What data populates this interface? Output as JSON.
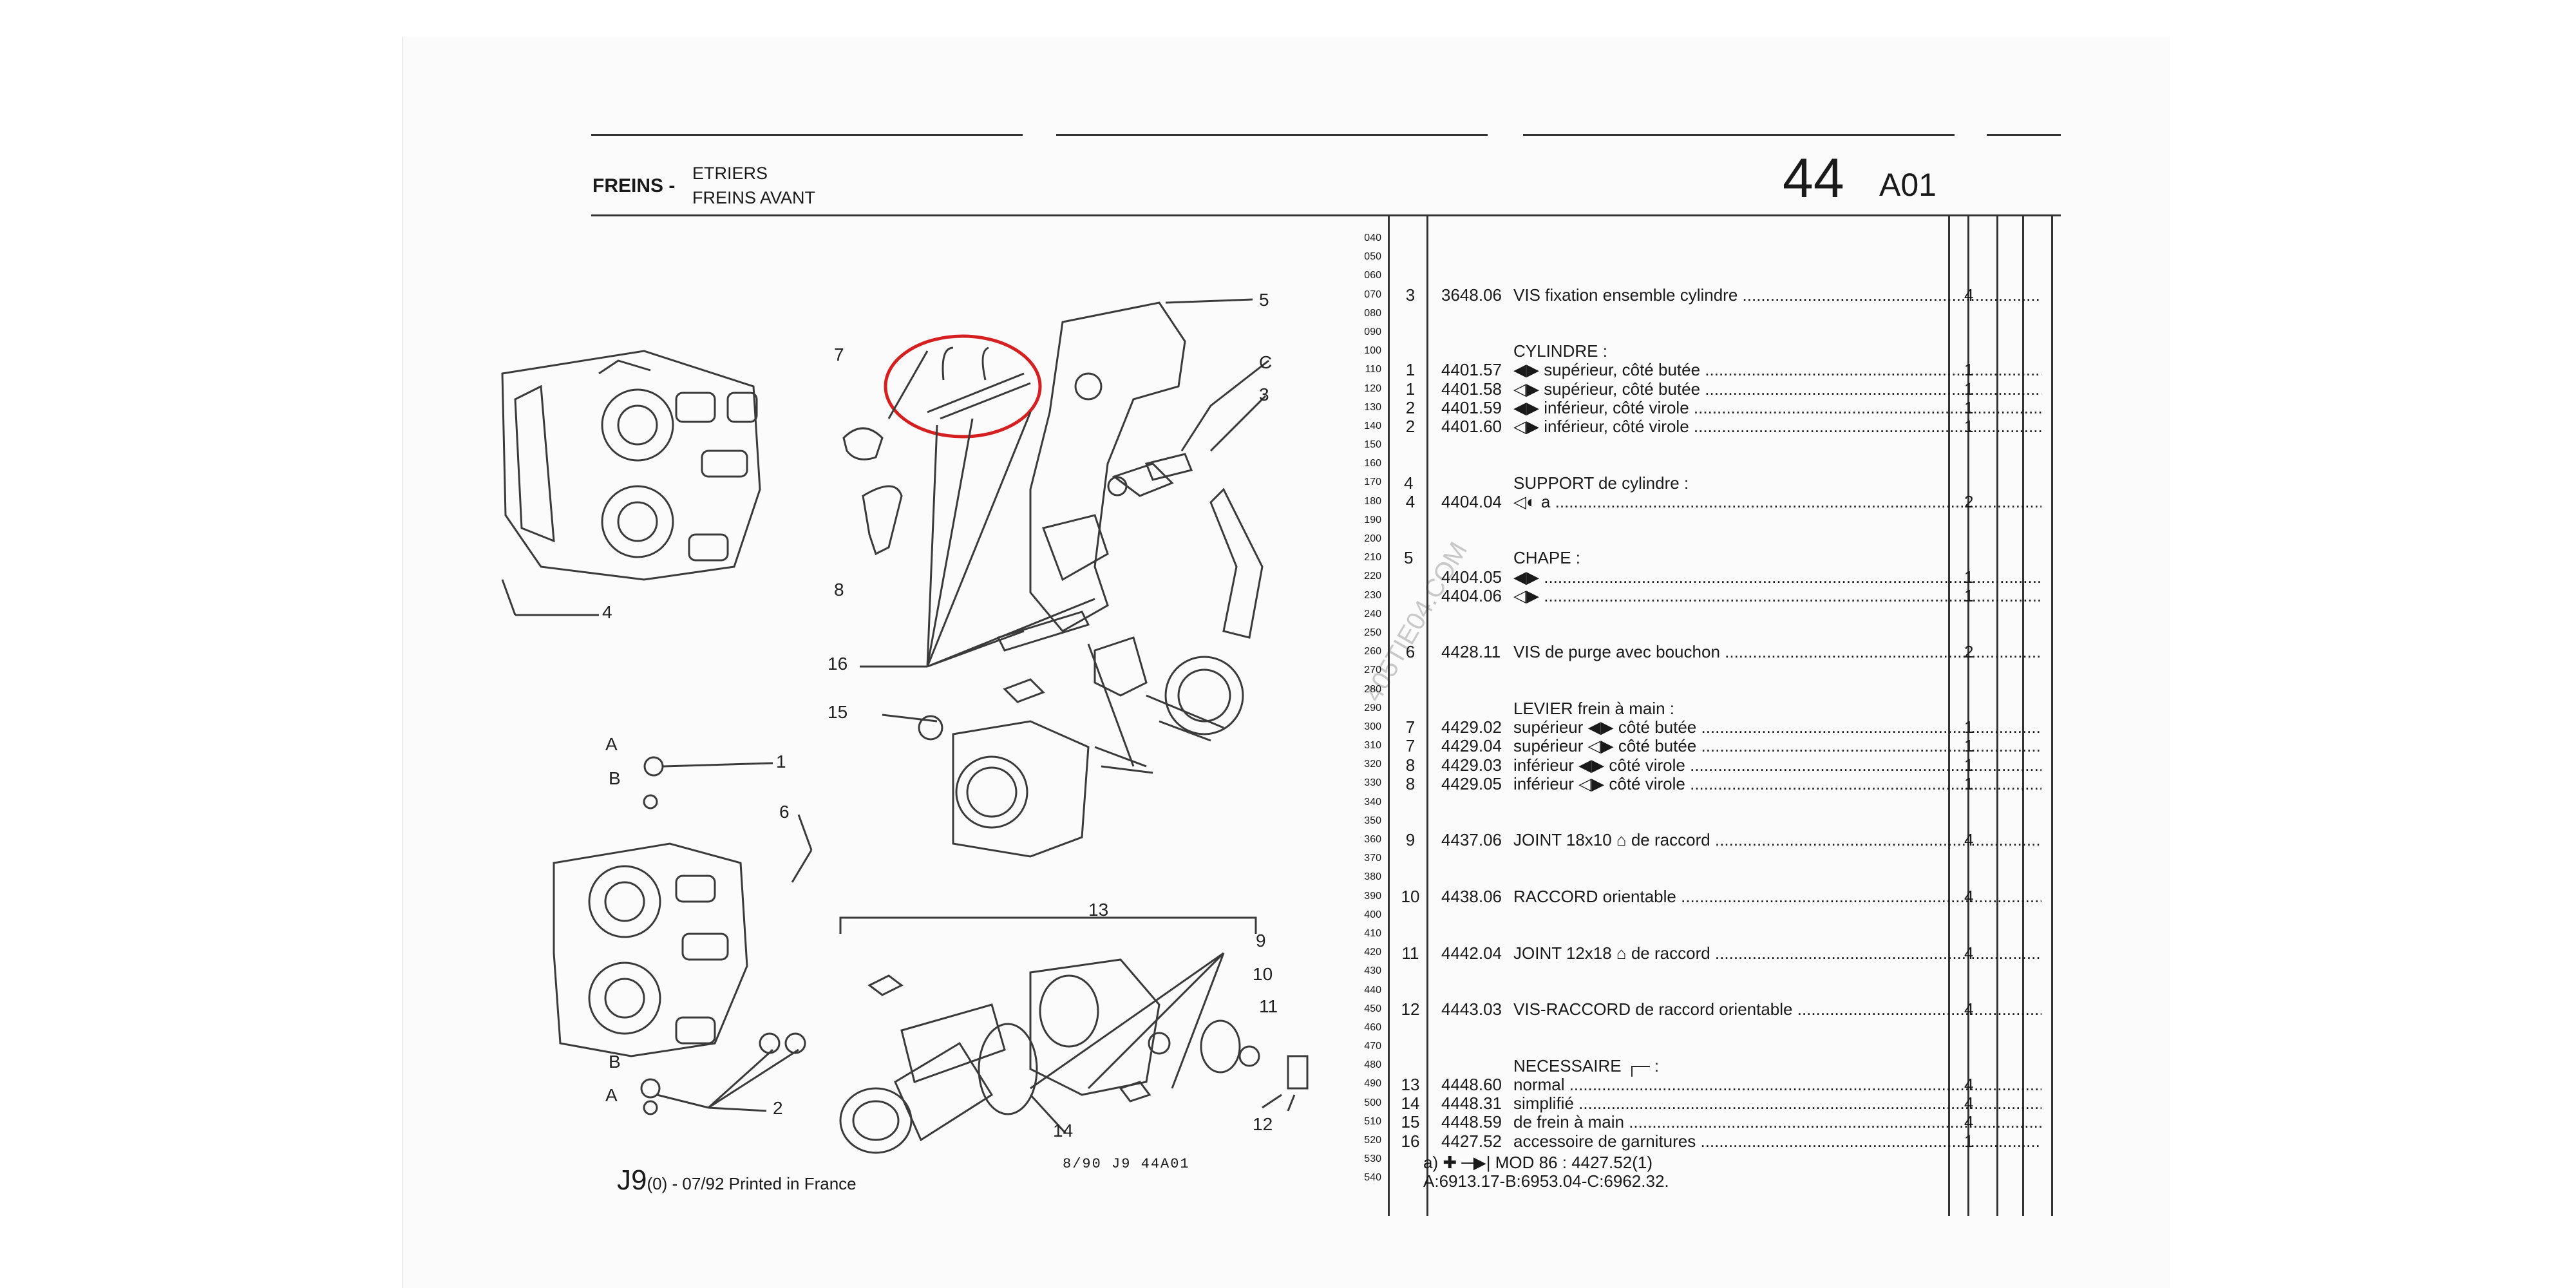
{
  "header": {
    "section": "FREINS -",
    "sub1": "ETRIERS",
    "sub2": "FREINS AVANT",
    "group_number": "44",
    "group_code": "A01"
  },
  "footer": {
    "doc_code": "J9",
    "doc_code_suffix": "(0) - 07/92 Printed in France",
    "figure_ref": "8/90  J9  44A01"
  },
  "watermark": "405TIE04.COM",
  "diagram": {
    "callouts": [
      "7",
      "5",
      "C",
      "3",
      "4",
      "8",
      "16",
      "15",
      "A",
      "B",
      "1",
      "6",
      "13",
      "9",
      "10",
      "11",
      "B",
      "A",
      "2",
      "14",
      "12"
    ]
  },
  "line_numbers": [
    "040",
    "050",
    "060",
    "070",
    "080",
    "090",
    "100",
    "110",
    "120",
    "130",
    "140",
    "150",
    "160",
    "170",
    "180",
    "190",
    "200",
    "210",
    "220",
    "230",
    "240",
    "250",
    "260",
    "270",
    "280",
    "290",
    "300",
    "310",
    "320",
    "330",
    "340",
    "350",
    "360",
    "370",
    "380",
    "390",
    "400",
    "410",
    "420",
    "430",
    "440",
    "450",
    "460",
    "470",
    "480",
    "490",
    "500",
    "510",
    "520",
    "530",
    "540"
  ],
  "parts": {
    "rows": [
      {
        "line": 3,
        "rep": "3",
        "ref": "3648.06",
        "desc": "VIS fixation ensemble cylindre",
        "qty": "4"
      },
      {
        "line": 7,
        "rep": "1",
        "ref": "4401.57",
        "desc": "◀▶ supérieur, côté butée",
        "qty": "1"
      },
      {
        "line": 8,
        "rep": "1",
        "ref": "4401.58",
        "desc": "◁▶ supérieur, côté butée",
        "qty": "1"
      },
      {
        "line": 9,
        "rep": "2",
        "ref": "4401.59",
        "desc": "◀▶ inférieur, côté virole",
        "qty": "1"
      },
      {
        "line": 10,
        "rep": "2",
        "ref": "4401.60",
        "desc": "◁▶ inférieur, côté virole",
        "qty": "1"
      },
      {
        "line": 14,
        "rep": "4",
        "ref": "4404.04",
        "desc": "◁◐ a",
        "qty": "2"
      },
      {
        "line": 18,
        "rep": "",
        "ref": "4404.05",
        "desc": "◀▶",
        "qty": "1"
      },
      {
        "line": 19,
        "rep": "",
        "ref": "4404.06",
        "desc": "◁▶",
        "qty": "1"
      },
      {
        "line": 22,
        "rep": "6",
        "ref": "4428.11",
        "desc": "VIS de purge avec bouchon",
        "qty": "2"
      },
      {
        "line": 26,
        "rep": "7",
        "ref": "4429.02",
        "desc": "supérieur ◀▶ côté butée",
        "qty": "1"
      },
      {
        "line": 27,
        "rep": "7",
        "ref": "4429.04",
        "desc": "supérieur ◁▶ côté butée",
        "qty": "1"
      },
      {
        "line": 28,
        "rep": "8",
        "ref": "4429.03",
        "desc": "inférieur ◀▶ côté virole",
        "qty": "1"
      },
      {
        "line": 29,
        "rep": "8",
        "ref": "4429.05",
        "desc": "inférieur ◁▶ côté virole",
        "qty": "1"
      },
      {
        "line": 32,
        "rep": "9",
        "ref": "4437.06",
        "desc": "JOINT 18x10 ⌂ de raccord",
        "qty": "4"
      },
      {
        "line": 35,
        "rep": "10",
        "ref": "4438.06",
        "desc": "RACCORD orientable",
        "qty": "4"
      },
      {
        "line": 38,
        "rep": "11",
        "ref": "4442.04",
        "desc": "JOINT 12x18 ⌂ de raccord",
        "qty": "4"
      },
      {
        "line": 41,
        "rep": "12",
        "ref": "4443.03",
        "desc": "VIS-RACCORD de raccord orientable",
        "qty": "4"
      },
      {
        "line": 45,
        "rep": "13",
        "ref": "4448.60",
        "desc": "normal",
        "qty": "4"
      },
      {
        "line": 46,
        "rep": "14",
        "ref": "4448.31",
        "desc": "simplifié",
        "qty": "4"
      },
      {
        "line": 47,
        "rep": "15",
        "ref": "4448.59",
        "desc": "de frein à main",
        "qty": "4"
      },
      {
        "line": 48,
        "rep": "16",
        "ref": "4427.52",
        "desc": "accessoire de garnitures",
        "qty": "1"
      }
    ],
    "sections": [
      {
        "line": 6,
        "text": "CYLINDRE :"
      },
      {
        "line": 13,
        "rep": "4",
        "text": "SUPPORT de cylindre :"
      },
      {
        "line": 17,
        "rep": "5",
        "text": "CHAPE :"
      },
      {
        "line": 25,
        "text": "LEVIER frein à main :"
      },
      {
        "line": 44,
        "text": "NECESSAIRE ┌─ :"
      }
    ],
    "notes": [
      {
        "line": 49,
        "text": "a)  ✚  ─▶| MOD 86 : 4427.52(1)"
      },
      {
        "line": 50,
        "text": "A:6913.17-B:6953.04-C:6962.32."
      }
    ]
  }
}
